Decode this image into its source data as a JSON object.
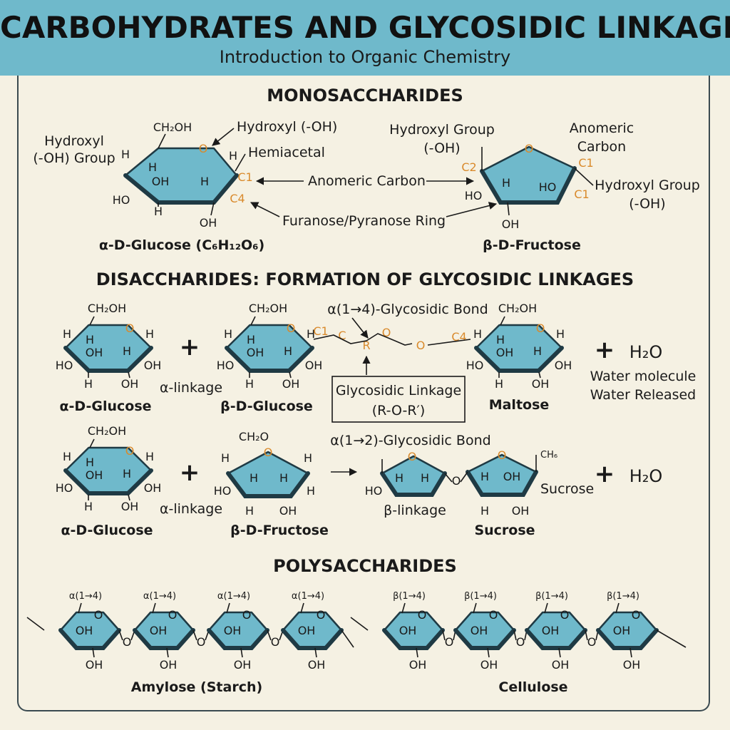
{
  "header": {
    "title": "CARBOHYDRATES AND GLYCOSIDIC LINKAGES",
    "subtitle": "Introduction to Organic Chemistry"
  },
  "mono": {
    "heading": "MONOSACCHARIDES",
    "glucose": {
      "name": "α-D-Glucose (C₆H₁₂O₆)",
      "ch2oh": "CH₂OH",
      "o": "O",
      "c1": "C1",
      "c4": "C4",
      "h_left": "H",
      "h_inner": "H",
      "oh_inner": "OH",
      "h_inner2": "H",
      "h_right": "H",
      "ho_left": "HO",
      "h_bottom": "H",
      "oh_bottom": "OH",
      "hydroxyl_group_label": "Hydroxyl\n(-OH) Group",
      "hydroxyl_label": "Hydroxyl (-OH)",
      "hemiacetal_label": "Hemiacetal"
    },
    "anomeric_center": "Anomeric Carbon",
    "ring_label": "Furanose/Pyranose Ring",
    "fructose": {
      "name": "β-D-Fructose",
      "o": "O",
      "c2": "C2",
      "c1a": "C1",
      "c1b": "C1",
      "ho_left": "HO",
      "h_inner": "H",
      "ho_inner": "HO",
      "oh_bottom": "OH",
      "hydroxyl_group_left": "Hydroxyl Group\n(-OH)",
      "anomeric_label": "Anomeric\nCarbon",
      "hydroxyl_group_right": "Hydroxyl Group\n(-OH)"
    }
  },
  "di": {
    "heading": "DISACCHARIDES: FORMATION OF GLYCOSIDIC LINKAGES",
    "row1": {
      "glucose_a": "α-D-Glucose",
      "plus1": "+",
      "alpha_linkage": "α-linkage",
      "glucose_b": "β-D-Glucose",
      "bond_label": "α(1→4)-Glycosidic Bond",
      "c1": "C1",
      "c": "C",
      "r": "R",
      "o1": "O",
      "o2": "O",
      "c4": "C4",
      "linkage_box": "Glycosidic Linkage\n(R-O-R′)",
      "product": "Maltose",
      "plus2": "+",
      "water": "H₂O",
      "water_note": "Water molecule\nWater Released"
    },
    "row2": {
      "glucose": "α-D-Glucose",
      "plus1": "+",
      "alpha_linkage": "α-linkage",
      "fructose": "β-D-Fructose",
      "ch2o": "CH₂O",
      "bond_label": "α(1→2)-Glycosidic Bond",
      "beta_linkage": "β-linkage",
      "ch": "CH₆",
      "sucrose_side": "Sucrose",
      "product": "Sucrose",
      "plus2": "+",
      "water": "H₂O"
    },
    "atoms": {
      "ch2oh": "CH₂OH",
      "o": "O",
      "h": "H",
      "oh": "OH",
      "ho": "HO"
    }
  },
  "poly": {
    "heading": "POLYSACCHARIDES",
    "amylose": {
      "name": "Amylose (Starch)",
      "link_labels": [
        "α(1→4)",
        "α(1→4)",
        "α(1→4)",
        "α(1→4)"
      ]
    },
    "cellulose": {
      "name": "Cellulose",
      "link_labels": [
        "β(1→4)",
        "β(1→4)",
        "β(1→4)",
        "β(1→4)"
      ]
    },
    "o": "O",
    "oh": "OH"
  },
  "colors": {
    "header_bg": "#6fb9cb",
    "page_bg": "#f5f1e3",
    "ring_fill": "#6fb9cb",
    "ring_stroke": "#1f3a44",
    "carbon_label": "#d98a2c"
  }
}
